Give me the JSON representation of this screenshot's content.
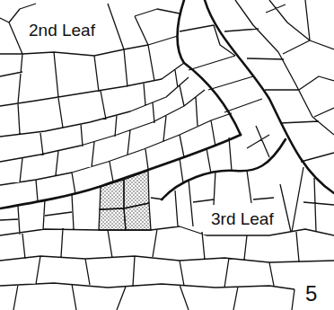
{
  "diagram": {
    "labels": [
      "2nd Leaf",
      "3rd Leaf",
      "5"
    ]
  }
}
